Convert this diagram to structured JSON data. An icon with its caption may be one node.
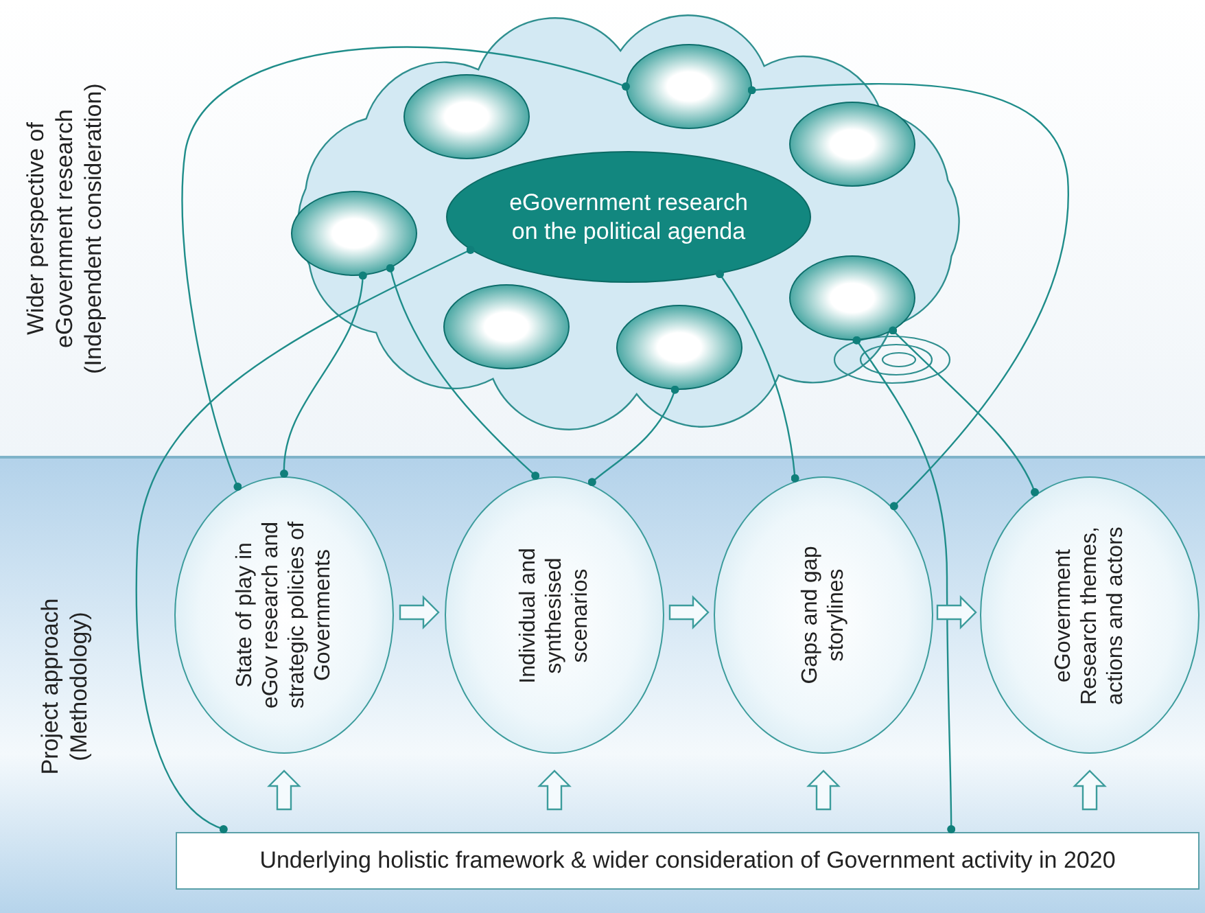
{
  "diagram": {
    "nodes": [
      {
        "text": [
          "Wider perspective of eGovernment research (Independent consideration)"
        ]
      },
      {
        "text": [
          "Project approach (Methodology)"
        ]
      },
      {
        "text": [],
        "shape": "cloud",
        "in": 0
      },
      {
        "text": [
          "eGovernment research on the political agenda"
        ],
        "in": 2
      },
      {
        "text": [],
        "shape": "circle",
        "in": 2
      },
      {
        "text": [],
        "shape": "circle",
        "in": 2
      },
      {
        "text": [],
        "shape": "circle",
        "in": 2
      },
      {
        "text": [],
        "shape": "circle",
        "in": 2
      },
      {
        "text": [],
        "shape": "circle",
        "in": 2
      },
      {
        "text": [],
        "shape": "circle",
        "in": 2
      },
      {
        "text": [],
        "shape": "circle",
        "in": 2
      },
      {
        "text": [
          "State of play in eGov research and strategic policies of Governments"
        ],
        "in": 1
      },
      {
        "text": [
          "Individual and synthesised scenarios"
        ],
        "in": 1
      },
      {
        "text": [
          "Gaps and gap storylines"
        ],
        "in": 1
      },
      {
        "text": [
          "eGovernment Research themes, actions and actors"
        ],
        "in": 1
      },
      {
        "text": [
          "Underlying holistic framework & wider consideration of Government activity in 2020"
        ],
        "in": 1
      }
    ],
    "edges": [
      {
        "from": 8,
        "to": 11,
        "arrow": "other"
      },
      {
        "from": 8,
        "to": 13,
        "arrow": "other"
      },
      {
        "from": 4,
        "to": 11,
        "arrow": "other"
      },
      {
        "from": 4,
        "to": 12,
        "arrow": "other"
      },
      {
        "from": 7,
        "to": 12,
        "arrow": "other"
      },
      {
        "from": 3,
        "to": 15,
        "arrow": "other"
      },
      {
        "from": 3,
        "to": 13,
        "arrow": "other"
      },
      {
        "from": 9,
        "to": 14,
        "arrow": "other"
      },
      {
        "from": 9,
        "to": 15,
        "arrow": "other"
      },
      {
        "from": 11,
        "to": 12,
        "arrow": "to"
      },
      {
        "from": 12,
        "to": 13,
        "arrow": "to"
      },
      {
        "from": 13,
        "to": 14,
        "arrow": "to"
      },
      {
        "from": 15,
        "to": 11,
        "arrow": "to"
      },
      {
        "from": 15,
        "to": 12,
        "arrow": "to"
      },
      {
        "from": 15,
        "to": 13,
        "arrow": "to"
      },
      {
        "from": 15,
        "to": 14,
        "arrow": "to"
      }
    ]
  }
}
